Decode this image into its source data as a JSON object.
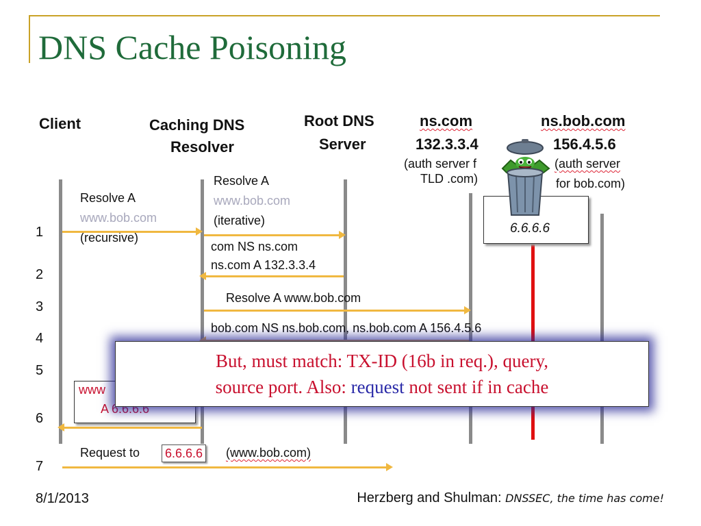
{
  "slide": {
    "title": "DNS Cache Poisoning"
  },
  "columns": {
    "client": "Client",
    "resolver_line1": "Caching DNS",
    "resolver_line2": "Resolver",
    "root_line1": "Root DNS",
    "root_line2": "Server",
    "nscom_name": "ns.com",
    "nscom_ip": "132.3.3.4",
    "nscom_desc1": "(auth server f",
    "nscom_desc2": "TLD .com)",
    "nsbob_name": "ns.bob.com",
    "nsbob_ip": "156.4.5.6",
    "nsbob_desc1": "(auth server",
    "nsbob_desc2": "for bob.com)"
  },
  "rows": [
    "1",
    "2",
    "3",
    "4",
    "5",
    "6",
    "7"
  ],
  "messages": {
    "m1_a": "Resolve A",
    "m1_b": "www.bob.com",
    "m1_c": "(recursive)",
    "m2_a": "Resolve A",
    "m2_b": "www.bob.com",
    "m2_c": "(iterative)",
    "m3_a": "com NS ns.com",
    "m3_b": "ns.com A 132.3.3.4",
    "m4": "Resolve  A www.bob.com",
    "m5": "bob.com NS ns.bob.com, ns.bob.com A 156.4.5.6",
    "m6_a": "www",
    "m6_b": "A 6.6.6.6",
    "m7_pre": "Request to",
    "m7_ip": "6.6.6.6",
    "m7_post": "(www.bob.com)"
  },
  "attacker": {
    "icon": "trash-can-monster-icon",
    "ip": "6.6.6.6"
  },
  "note": {
    "line1": "But, must match: TX-ID (16b in req.), query,",
    "line2_pre": "source port. Also:",
    "line2_blue": "request",
    "line2_post": "not sent if in cache"
  },
  "footer": {
    "date": "8/1/2013",
    "authors": "Herzberg and Shulman:",
    "talk": "DNSSEC, the time has come!"
  },
  "colors": {
    "title": "#1f6b3a",
    "arrow": "#f0b840",
    "attacker_line": "#e01010",
    "note_text": "#c8102e",
    "note_glow": "#2828a0"
  }
}
